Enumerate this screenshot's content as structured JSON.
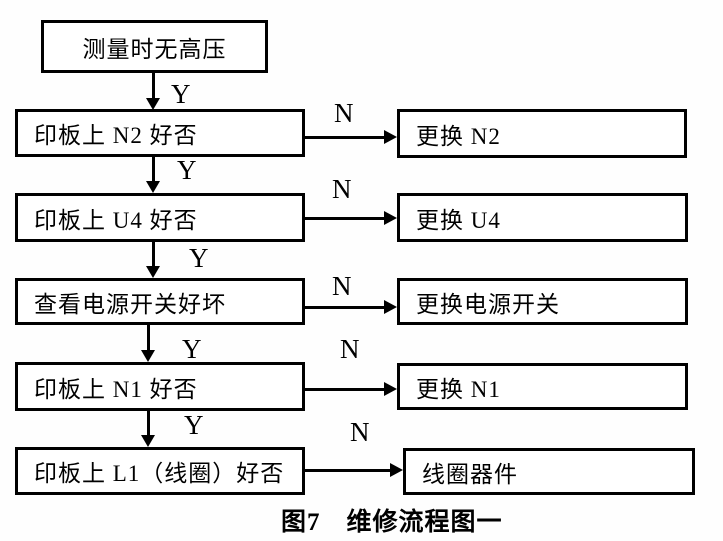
{
  "colors": {
    "line": "#000000",
    "background": "#ffffff",
    "text": "#000000"
  },
  "caption": "图7　维修流程图一",
  "flowchart": {
    "start": "测量时无高压",
    "steps": [
      {
        "question": "印板上 N2 好否",
        "yes": "Y",
        "no": "N",
        "action": "更换 N2"
      },
      {
        "question": "印板上 U4 好否",
        "yes": "Y",
        "no": "N",
        "action": "更换 U4"
      },
      {
        "question": "查看电源开关好坏",
        "yes": "Y",
        "no": "N",
        "action": "更换电源开关"
      },
      {
        "question": "印板上 N1 好否",
        "yes": "Y",
        "no": "N",
        "action": "更换 N1"
      },
      {
        "question": "印板上 L1（线圈）好否",
        "yes": "Y",
        "no": "N",
        "action": "线圈器件"
      }
    ]
  }
}
